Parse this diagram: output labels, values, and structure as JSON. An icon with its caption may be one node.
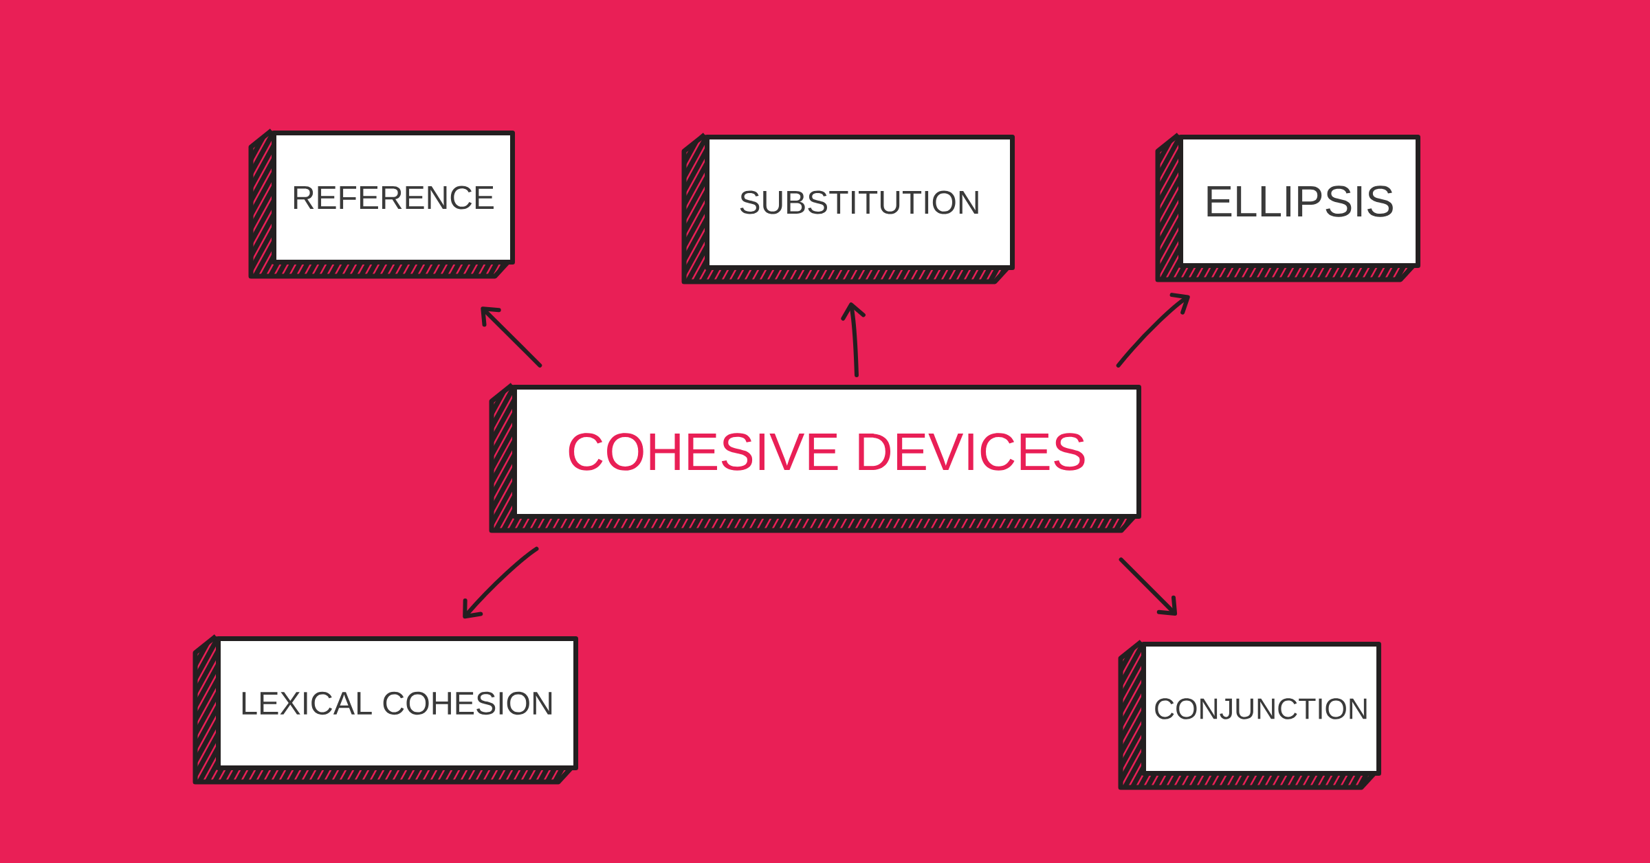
{
  "diagram": {
    "nodes": [
      {
        "text": [
          "REFERENCE"
        ]
      },
      {
        "text": [
          "SUBSTITUTION"
        ]
      },
      {
        "text": [
          "ELLIPSIS"
        ]
      },
      {
        "text": [
          "COHESIVE DEVICES"
        ]
      },
      {
        "text": [
          "LEXICAL COHESION"
        ]
      },
      {
        "text": [
          "CONJUNCTION"
        ]
      }
    ],
    "edges": [
      {
        "from": 3,
        "to": 0,
        "arrow": "to"
      },
      {
        "from": 3,
        "to": 1,
        "arrow": "to"
      },
      {
        "from": 3,
        "to": 2,
        "arrow": "to"
      },
      {
        "from": 3,
        "to": 4,
        "arrow": "to"
      },
      {
        "from": 3,
        "to": 5,
        "arrow": "to"
      }
    ]
  }
}
